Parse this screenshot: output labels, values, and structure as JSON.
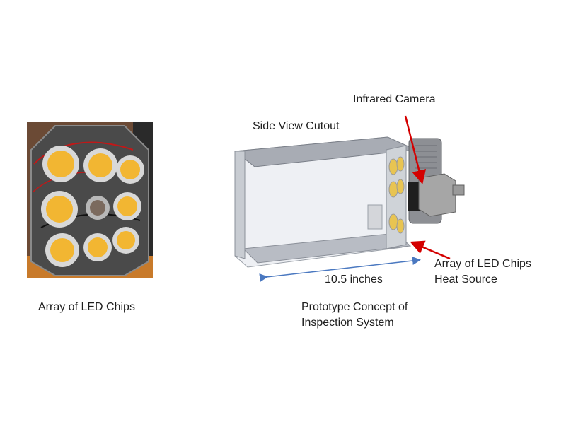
{
  "photo": {
    "caption": "Array of LED Chips",
    "image": "led-chip-array-photo"
  },
  "diagram": {
    "side_view_label": "Side View Cutout",
    "camera_label": "Infrared Camera",
    "led_label_line1": "Array of LED Chips",
    "led_label_line2": "Heat Source",
    "dimension_label": "10.5 inches",
    "caption_line1": "Prototype Concept of",
    "caption_line2": "Inspection System",
    "image": "inspection-system-cad-render"
  },
  "colors": {
    "arrow": "#d40000",
    "dimension_line": "#4a78c0",
    "led_yellow": "#f2b632",
    "led_ring": "#d8d8d8"
  }
}
